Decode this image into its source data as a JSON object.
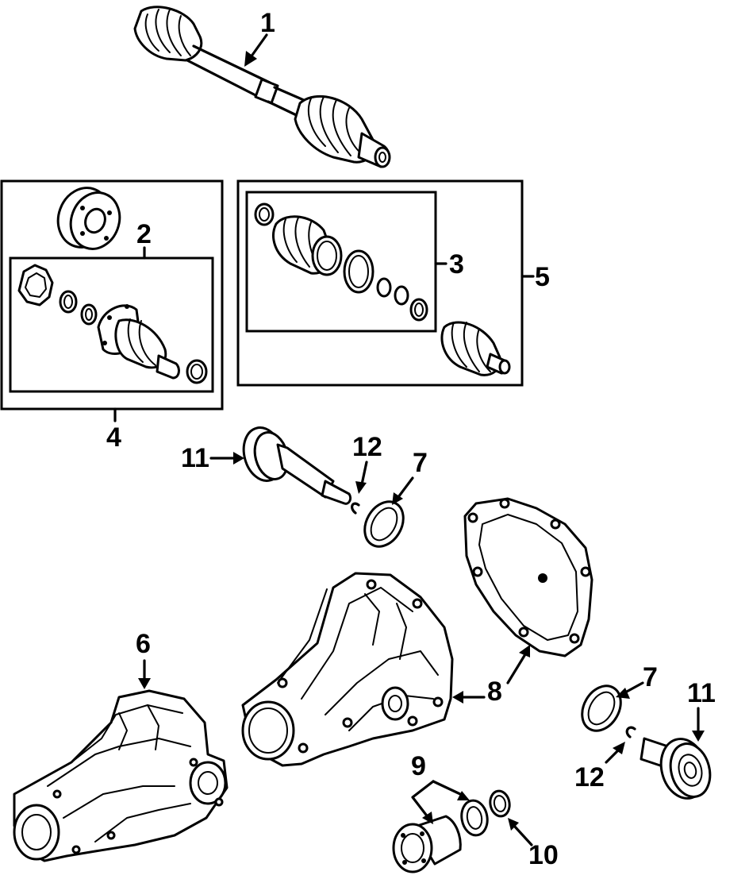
{
  "labels": {
    "p1": "1",
    "p2": "2",
    "p3": "3",
    "p4": "4",
    "p5": "5",
    "p6": "6",
    "p7a": "7",
    "p7b": "7",
    "p8": "8",
    "p9": "9",
    "p10": "10",
    "p11a": "11",
    "p11b": "11",
    "p12a": "12",
    "p12b": "12"
  }
}
